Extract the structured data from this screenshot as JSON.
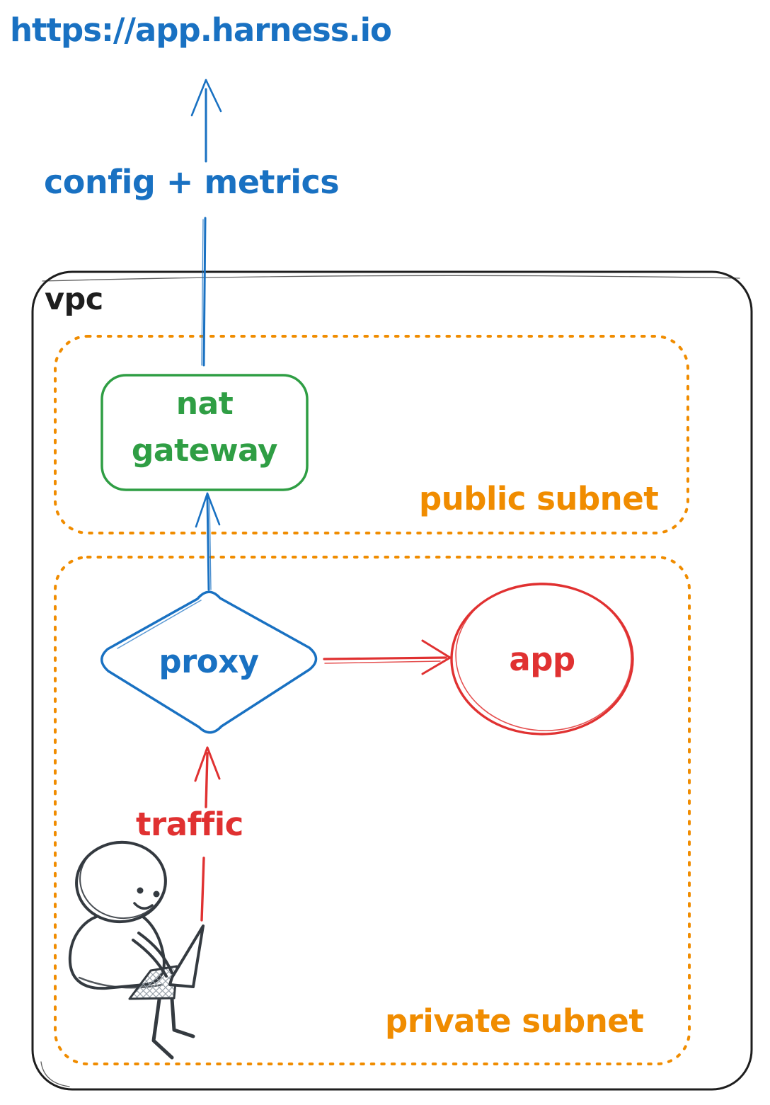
{
  "diagram": {
    "external_url": "https://app.harness.io",
    "arrow_label": "config + metrics",
    "vpc": {
      "label": "vpc"
    },
    "public_subnet": {
      "label": "public subnet"
    },
    "nat_gateway": {
      "label_line1": "nat",
      "label_line2": "gateway"
    },
    "private_subnet": {
      "label": "private subnet"
    },
    "proxy": {
      "label": "proxy"
    },
    "app": {
      "label": "app"
    },
    "traffic": {
      "label": "traffic"
    },
    "colors": {
      "blue": "#1971c2",
      "green": "#2f9e44",
      "orange": "#f08c00",
      "red": "#e03131",
      "ink": "#1e1e1e",
      "person": "#343a40"
    }
  }
}
